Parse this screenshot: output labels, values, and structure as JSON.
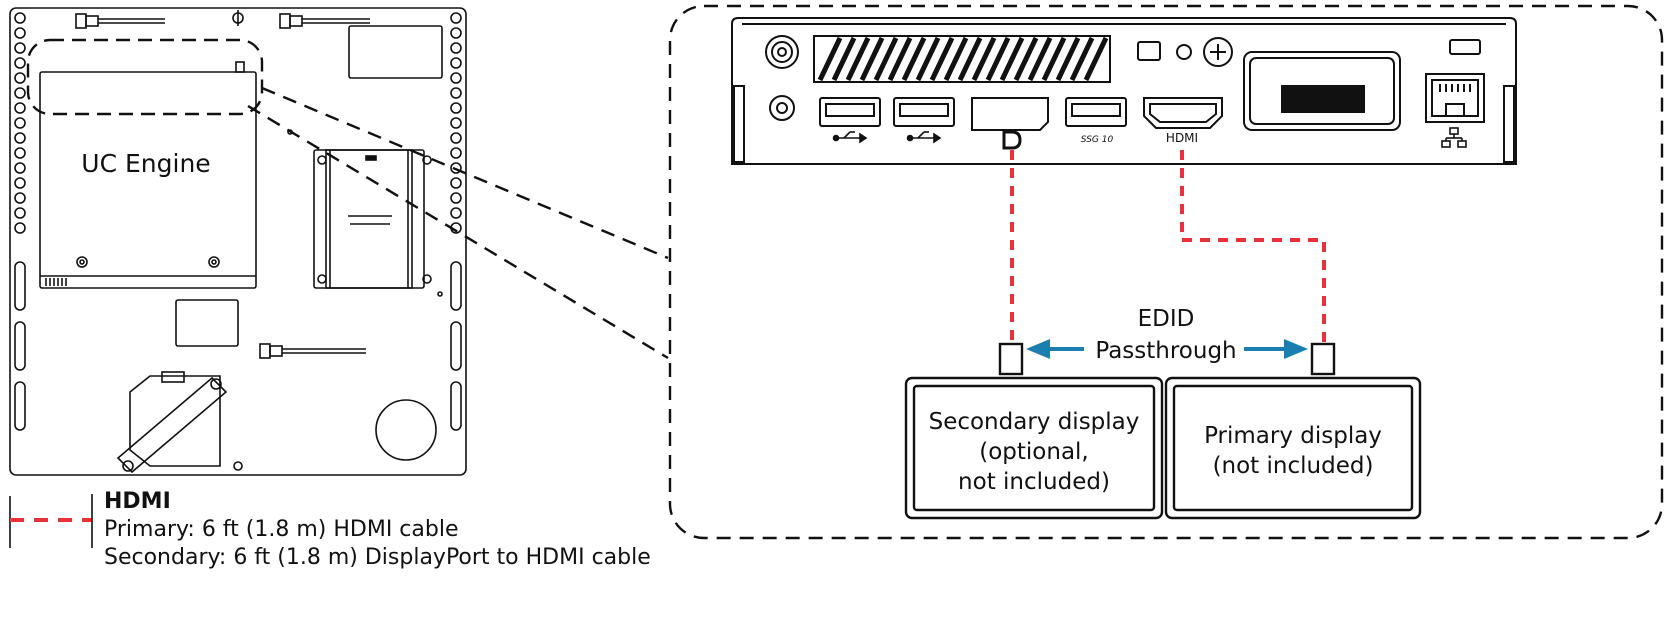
{
  "engine_label": "UC Engine",
  "port_labels": {
    "hdmi": "HDMI",
    "usb3": "SSG 10"
  },
  "edid": {
    "line1": "EDID",
    "line2": "Passthrough"
  },
  "secondary_display": {
    "line1": "Secondary display",
    "line2": "(optional,",
    "line3": "not included)"
  },
  "primary_display": {
    "line1": "Primary display",
    "line2": "(not included)"
  },
  "legend": {
    "title": "HDMI",
    "primary": "Primary: 6 ft (1.8 m) HDMI cable",
    "secondary": "Secondary: 6 ft (1.8 m) DisplayPort to HDMI cable"
  },
  "colors": {
    "cable": "#e8313a",
    "arrow": "#1a7fb0",
    "stroke": "#111111"
  },
  "icons": [
    "usb-icon",
    "displayport-icon",
    "network-icon"
  ]
}
